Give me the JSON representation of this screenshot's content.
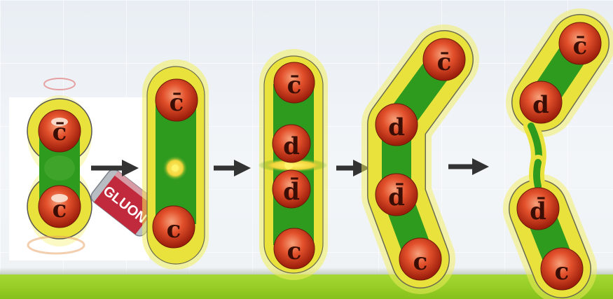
{
  "diagram": {
    "stages": [
      {
        "quarks": [
          "c̄",
          "c"
        ]
      },
      {
        "quarks": [
          "c̄",
          "c"
        ]
      },
      {
        "quarks": [
          "c̄",
          "d",
          "d̄",
          "c"
        ]
      },
      {
        "quarks": [
          "c̄",
          "d",
          "d̄",
          "c"
        ]
      },
      {
        "quarks": [
          "c̄",
          "d",
          "d̄",
          "c"
        ]
      }
    ],
    "gluon_label": "GLUON"
  }
}
